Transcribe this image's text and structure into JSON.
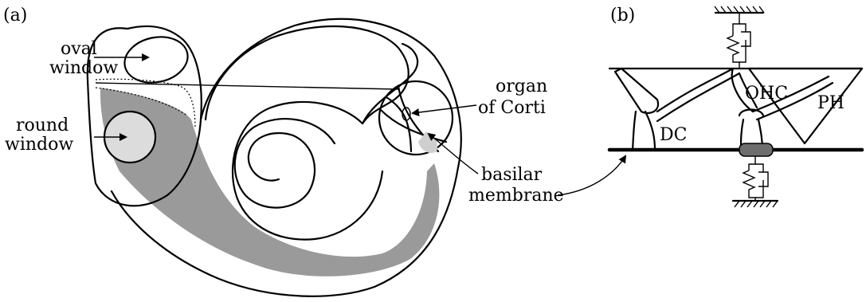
{
  "panel_a": {
    "tag": "(a)",
    "labels": {
      "oval_window_line1": "oval",
      "oval_window_line2": "window",
      "round_window_line1": "round",
      "round_window_line2": "window",
      "organ_line1": "organ",
      "organ_line2": "of Corti",
      "basilar_line1": "basilar",
      "basilar_line2": "membrane"
    },
    "colors": {
      "basilar_fill": "#9a9a9a",
      "round_window_fill": "#dcdcdc"
    }
  },
  "panel_b": {
    "tag": "(b)",
    "labels": {
      "ohc": "OHC",
      "ph": "PH",
      "dc": "DC"
    },
    "colors": {
      "nucleus_fill": "#6e6e6e"
    }
  }
}
